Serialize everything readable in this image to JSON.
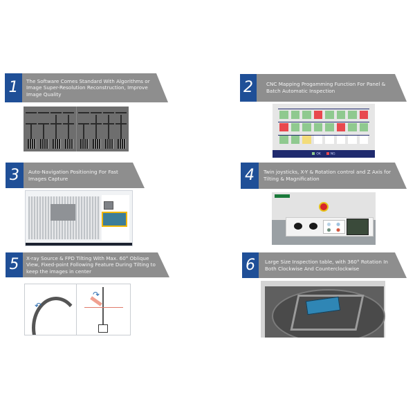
{
  "features": [
    {
      "number": "1",
      "title": "The Software Comes Standard With Algorithms or Image Super-Resolution Reconstruction, Improve Image Quality",
      "image": "xray-super-resolution-comparison"
    },
    {
      "number": "2",
      "title": "CNC Mapping Progamming Function For Panel & Batch Automatic Inspection",
      "image": "cnc-mapping-grid",
      "legend": {
        "ok_label": "OK",
        "ng_label": "NG"
      }
    },
    {
      "number": "3",
      "title": "Auto-Navigation Positioning For Fast Images Capture",
      "image": "auto-navigation-software-screenshot"
    },
    {
      "number": "4",
      "title": "Twin joysticks, X-Y & Rotation  control and Z Axis for Tilting & Magnification",
      "image": "joystick-control-panel"
    },
    {
      "number": "5",
      "title": "X-ray Source & FPD Tilting With Max. 60° Oblique View, Fixed-point Following  Feature  During Tilting to keep the images in center",
      "image": "tilting-diagram"
    },
    {
      "number": "6",
      "title": "Large Size Inspection table, with 360° Rotation In Both Clockwise And Counterclockwise",
      "image": "rotating-inspection-table"
    }
  ],
  "colors": {
    "number_box": "#1f4f97",
    "banner_gray": "#8e8e8e",
    "banner_text": "#f4f4f4",
    "ok": "#8fc98f",
    "ng": "#e8484e",
    "pending": "#f3dc7a",
    "empty": "#ffffff"
  },
  "cnc_map": {
    "rows": [
      [
        "ok",
        "ok",
        "ok",
        "ng",
        "ok",
        "ok",
        "ok",
        "ng"
      ],
      [
        "ng",
        "ok",
        "ok",
        "ok",
        "ok",
        "ng",
        "ok",
        "ok"
      ],
      [
        "ok",
        "ok",
        "pending",
        "empty",
        "empty",
        "empty",
        "empty",
        "empty"
      ]
    ]
  }
}
